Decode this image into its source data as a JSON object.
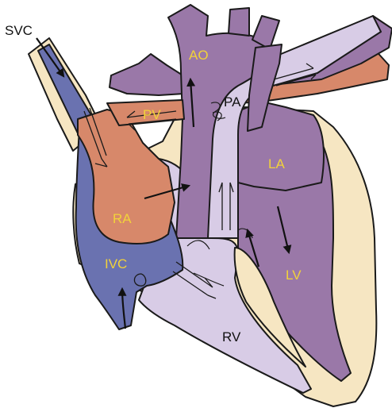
{
  "labels": {
    "svc": "SVC",
    "ao": "AO",
    "pa": "PA",
    "pv": "PV",
    "la": "LA",
    "ra": "RA",
    "ivc": "IVC",
    "lv": "LV",
    "rv": "RV"
  },
  "colors": {
    "background": "#ffffff",
    "wall": "#f6e6c2",
    "deoxygenated_blue": "#6a72b0",
    "oxygenated_orange": "#d7886a",
    "aorta_purple": "#9a78a8",
    "pulmonary_lilac": "#d8cce6",
    "label_yellow": "#f2d23a",
    "label_black": "#111111"
  }
}
